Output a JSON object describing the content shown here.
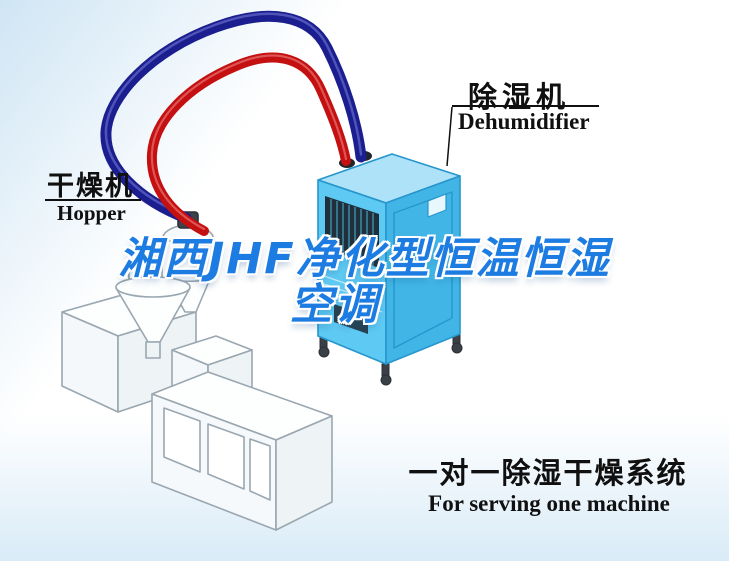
{
  "labels": {
    "dryer_cn": "干燥机",
    "dryer_en": "Hopper",
    "dehumidifier_cn": "除湿机",
    "dehumidifier_en": "Dehumidifier",
    "watermark_line1": "湘西JHF净化型恒温恒湿",
    "watermark_line2": "空调",
    "footer_cn": "一对一除湿干燥系统",
    "footer_en": "For serving one machine"
  },
  "colors": {
    "pipe_red": "#c41010",
    "pipe_navy": "#1b1e8e",
    "unit_front": "#5ec9f2",
    "unit_side": "#41b6e6",
    "unit_top": "#aee2f9",
    "unit_line": "#2796cc",
    "vent_dark": "#20303a",
    "machine_line": "#9aa7b0",
    "machine_fill": "#fdfefe",
    "machine_fill_shade": "#eef3f6",
    "watermark_blue": "#1d7ce2",
    "label_black": "#101010",
    "bg_top": "#cfe5f4",
    "bg_bottom": "#d9ebf7"
  }
}
